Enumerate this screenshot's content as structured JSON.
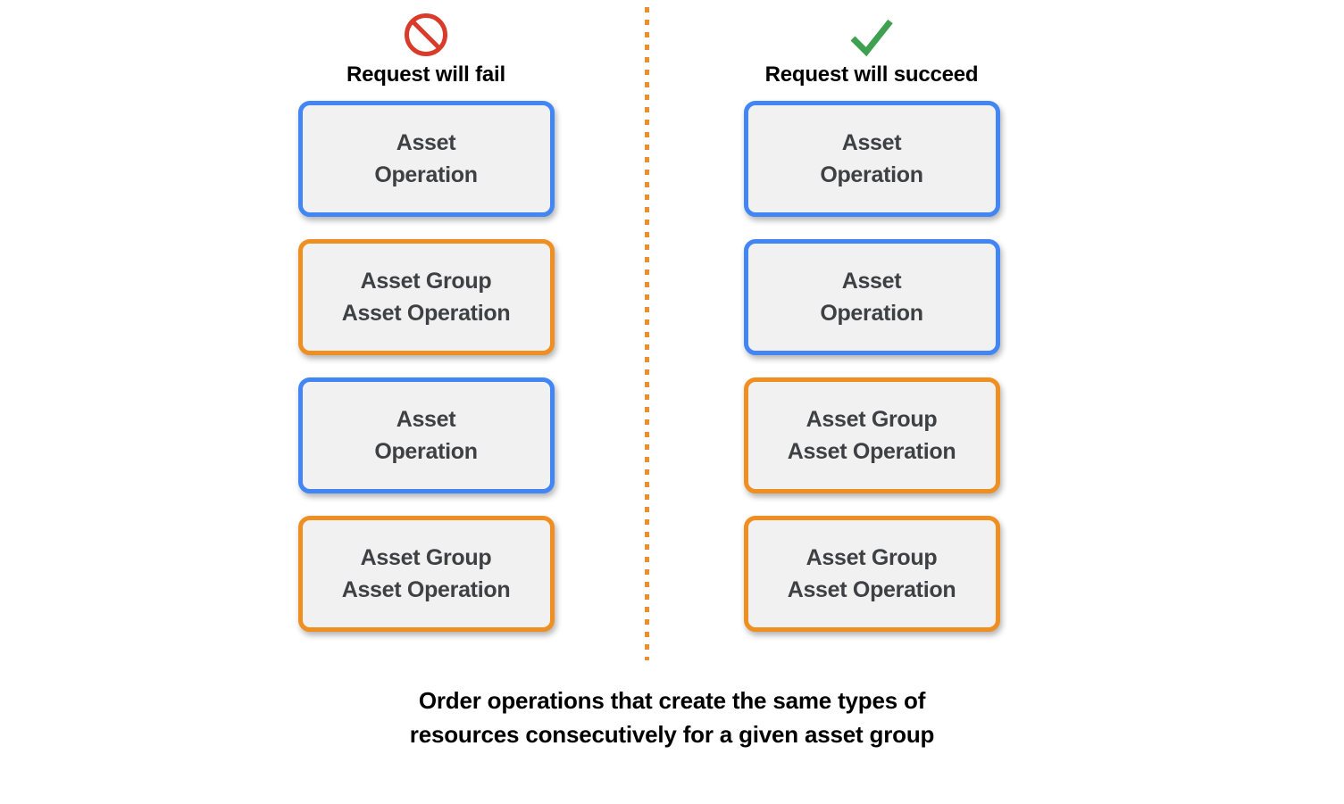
{
  "colors": {
    "box_fill": "#f1f1f1",
    "blue_border": "#4285f4",
    "orange_border": "#ef8e21",
    "box_text": "#3f4043",
    "fail_icon": "#d93b2b",
    "success_icon": "#3fa050",
    "divider": "#e8912c",
    "caption_text": "#000000",
    "background": "#ffffff"
  },
  "columns": [
    {
      "id": "fail",
      "icon_name": "prohibited-icon",
      "icon_color": "#d93b2b",
      "label": "Request will fail",
      "boxes": [
        {
          "kind": "blue",
          "text": "Asset\nOperation"
        },
        {
          "kind": "orange",
          "text": "Asset Group\nAsset Operation"
        },
        {
          "kind": "blue",
          "text": "Asset\nOperation"
        },
        {
          "kind": "orange",
          "text": "Asset Group\nAsset Operation"
        }
      ]
    },
    {
      "id": "succeed",
      "icon_name": "checkmark-icon",
      "icon_color": "#3fa050",
      "label": "Request will succeed",
      "boxes": [
        {
          "kind": "blue",
          "text": "Asset\nOperation"
        },
        {
          "kind": "blue",
          "text": "Asset\nOperation"
        },
        {
          "kind": "orange",
          "text": "Asset Group\nAsset Operation"
        },
        {
          "kind": "orange",
          "text": "Asset Group\nAsset Operation"
        }
      ]
    }
  ],
  "caption": "Order operations that create the same types of\nresources consecutively for a given asset group"
}
